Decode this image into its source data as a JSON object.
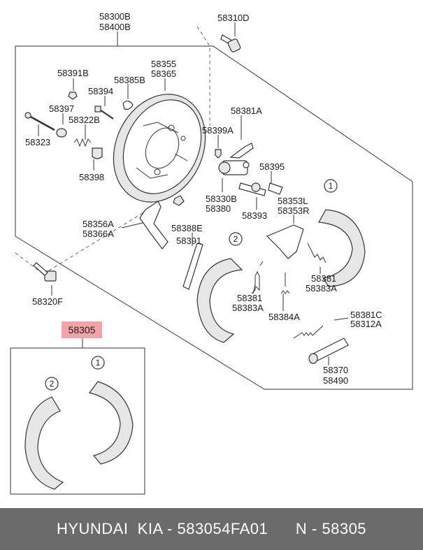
{
  "diagram": {
    "labels": {
      "l58300b": "58300B",
      "l58400b": "58400B",
      "l58310d": "58310D",
      "l58391b": "58391B",
      "l58355": "58355",
      "l58365": "58365",
      "l58385b": "58385B",
      "l58394": "58394",
      "l58397": "58397",
      "l58322b": "58322B",
      "l58323": "58323",
      "l58398": "58398",
      "l58381a": "58381A",
      "l58399a": "58399A",
      "l58395": "58395",
      "l58330b": "58330B",
      "l58380": "58380",
      "l58393": "58393",
      "l58353l": "58353L",
      "l58353r": "58353R",
      "l58356a": "58356A",
      "l58366a": "58366A",
      "l58388e": "58388E",
      "l58391": "58391",
      "l58381_mid": "58381",
      "l58383a_mid": "58383A",
      "l58384a": "58384A",
      "l58381_right": "58381",
      "l58383a_right": "58383A",
      "l58381c": "58381C",
      "l58312a": "58312A",
      "l58370": "58370",
      "l58490": "58490",
      "l58320f": "58320F",
      "l58305": "58305"
    },
    "callouts": {
      "c1_upper": "1",
      "c2_upper": "2",
      "c1_lower": "1",
      "c2_lower": "2"
    },
    "highlight_color": "#f4a3a8"
  },
  "footer": {
    "text": "HYUNDAI  KIA - 583054FA01      N - 58305"
  }
}
